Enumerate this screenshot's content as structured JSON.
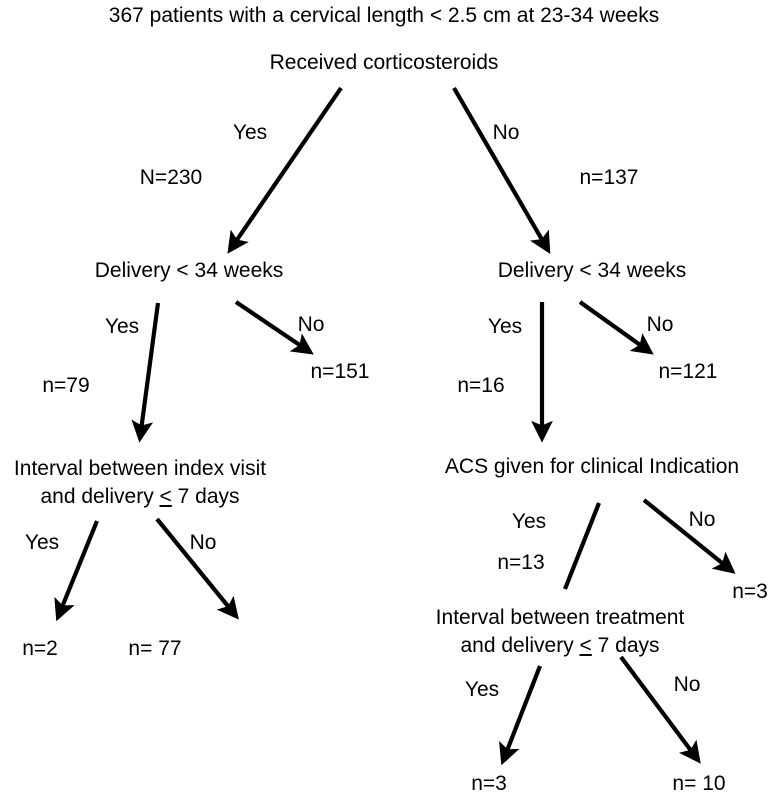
{
  "chart_data": {
    "type": "flowchart",
    "title": "367 patients with a cervical length < 2.5 cm at 23-34 weeks",
    "root_total": 367,
    "nodes": [
      {
        "id": "root",
        "label": "367 patients with a cervical length < 2.5 cm at 23-34 weeks"
      },
      {
        "id": "corticosteroids",
        "label": "Received corticosteroids"
      },
      {
        "id": "delivery-left",
        "label": "Delivery < 34 weeks"
      },
      {
        "id": "delivery-right",
        "label": "Delivery < 34 weeks"
      },
      {
        "id": "interval-index",
        "label": "Interval between index visit and delivery ≤ 7 days"
      },
      {
        "id": "acs-clinical",
        "label": "ACS given for clinical Indication"
      },
      {
        "id": "interval-treatment",
        "label": "Interval between treatment and delivery ≤ 7 days"
      }
    ],
    "edges": [
      {
        "from": "corticosteroids",
        "to": "delivery-left",
        "label": "Yes",
        "count": "N=230"
      },
      {
        "from": "corticosteroids",
        "to": "delivery-right",
        "label": "No",
        "count": "n=137"
      },
      {
        "from": "delivery-left",
        "to": "interval-index",
        "label": "Yes",
        "count": "n=79"
      },
      {
        "from": "delivery-left",
        "to": "leaf-151",
        "label": "No",
        "count": "n=151"
      },
      {
        "from": "delivery-right",
        "to": "acs-clinical",
        "label": "Yes",
        "count": "n=16"
      },
      {
        "from": "delivery-right",
        "to": "leaf-121",
        "label": "No",
        "count": "n=121"
      },
      {
        "from": "interval-index",
        "to": "leaf-2",
        "label": "Yes",
        "count": "n=2"
      },
      {
        "from": "interval-index",
        "to": "leaf-77",
        "label": "No",
        "count": "n= 77"
      },
      {
        "from": "acs-clinical",
        "to": "interval-treatment",
        "label": "Yes",
        "count": "n=13"
      },
      {
        "from": "acs-clinical",
        "to": "leaf-3a",
        "label": "No",
        "count": "n=3"
      },
      {
        "from": "interval-treatment",
        "to": "leaf-3b",
        "label": "Yes",
        "count": "n=3"
      },
      {
        "from": "interval-treatment",
        "to": "leaf-10",
        "label": "No",
        "count": "n= 10"
      }
    ],
    "leaves": [
      {
        "id": "leaf-151",
        "value": "n=151"
      },
      {
        "id": "leaf-121",
        "value": "n=121"
      },
      {
        "id": "leaf-2",
        "value": "n=2"
      },
      {
        "id": "leaf-77",
        "value": "n= 77"
      },
      {
        "id": "leaf-3a",
        "value": "n=3"
      },
      {
        "id": "leaf-3b",
        "value": "n=3"
      },
      {
        "id": "leaf-10",
        "value": "n= 10"
      }
    ]
  },
  "diagram": {
    "title": "367 patients with a cervical length < 2.5 cm at 23-34 weeks",
    "nodes": {
      "corticosteroids": "Received corticosteroids",
      "delivery_left": "Delivery < 34 weeks",
      "delivery_right": "Delivery < 34 weeks",
      "interval_index_line1": "Interval between index visit",
      "interval_index_line2a": "and delivery ",
      "interval_index_le": "<",
      "interval_index_line2b": " 7 days",
      "acs": "ACS given for clinical Indication",
      "interval_treatment_line1": "Interval between treatment",
      "interval_treatment_line2a": "and delivery ",
      "interval_treatment_le": "<",
      "interval_treatment_line2b": " 7 days"
    },
    "branch_labels": {
      "cs_yes": "Yes",
      "cs_no": "No",
      "dl_yes": "Yes",
      "dl_no": "No",
      "dr_yes": "Yes",
      "dr_no": "No",
      "ii_yes": "Yes",
      "ii_no": "No",
      "acs_yes": "Yes",
      "acs_no": "No",
      "it_yes": "Yes",
      "it_no": "No"
    },
    "counts": {
      "cs_yes": "N=230",
      "cs_no": "n=137",
      "dl_yes": "n=79",
      "dl_no": "n=151",
      "dr_yes": "n=16",
      "dr_no": "n=121",
      "ii_yes": "n=2",
      "ii_no": "n= 77",
      "acs_yes": "n=13",
      "acs_no": "n=3",
      "it_yes": "n=3",
      "it_no": "n= 10"
    },
    "colors": {
      "stroke": "#000000",
      "text": "#000000",
      "background": "#ffffff"
    }
  }
}
